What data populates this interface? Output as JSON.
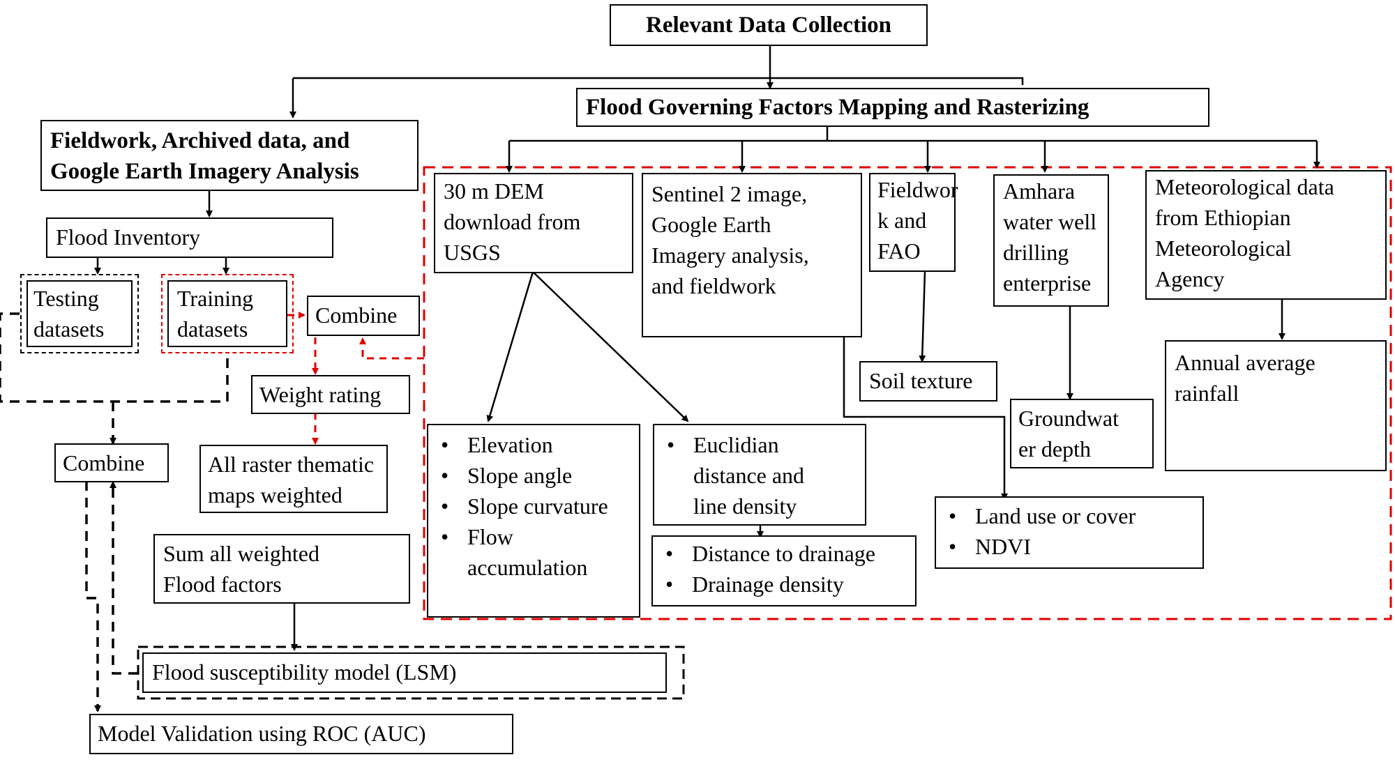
{
  "diagram": {
    "relevant_data_collection": "Relevant Data Collection",
    "flood_governing_factors": "Flood Governing Factors Mapping and Rasterizing",
    "fieldwork_archived": [
      "Fieldwork, Archived data, and",
      "Google Earth Imagery Analysis"
    ],
    "flood_inventory": "Flood Inventory",
    "testing_datasets": [
      "Testing",
      "datasets"
    ],
    "training_datasets": [
      "Training",
      "datasets"
    ],
    "combine_top": "Combine",
    "weight_rating": "Weight rating",
    "combine_left": "Combine",
    "all_raster": [
      "All raster thematic",
      "maps weighted"
    ],
    "sum_weighted": [
      "Sum all weighted",
      "Flood factors"
    ],
    "flood_susceptibility": "Flood susceptibility model (LSM)",
    "model_validation": "Model Validation using ROC (AUC)",
    "dem_source": [
      "30 m DEM",
      "download from",
      "USGS"
    ],
    "sentinel_source": [
      "Sentinel 2 image,",
      "Google Earth",
      "Imagery analysis,",
      "and fieldwork"
    ],
    "fieldwork_fao": [
      "Fieldwor",
      "k and",
      "FAO"
    ],
    "amhara": [
      "Amhara",
      "water well",
      "drilling",
      "enterprise"
    ],
    "meteorological": [
      "Meteorological data",
      "from Ethiopian",
      "Meteorological",
      "Agency"
    ],
    "soil_texture": "Soil texture",
    "annual_rainfall": [
      "Annual average",
      "rainfall"
    ],
    "groundwater": [
      "Groundwat",
      "er depth"
    ],
    "dem_factors": [
      "Elevation",
      "Slope angle",
      "Slope curvature",
      "Flow",
      "accumulation"
    ],
    "euclidian": [
      "Euclidian",
      "distance and",
      "line density"
    ],
    "drainage_factors": [
      "Distance to drainage",
      "Drainage density"
    ],
    "landuse_factors": [
      "Land use or cover",
      "NDVI"
    ]
  }
}
